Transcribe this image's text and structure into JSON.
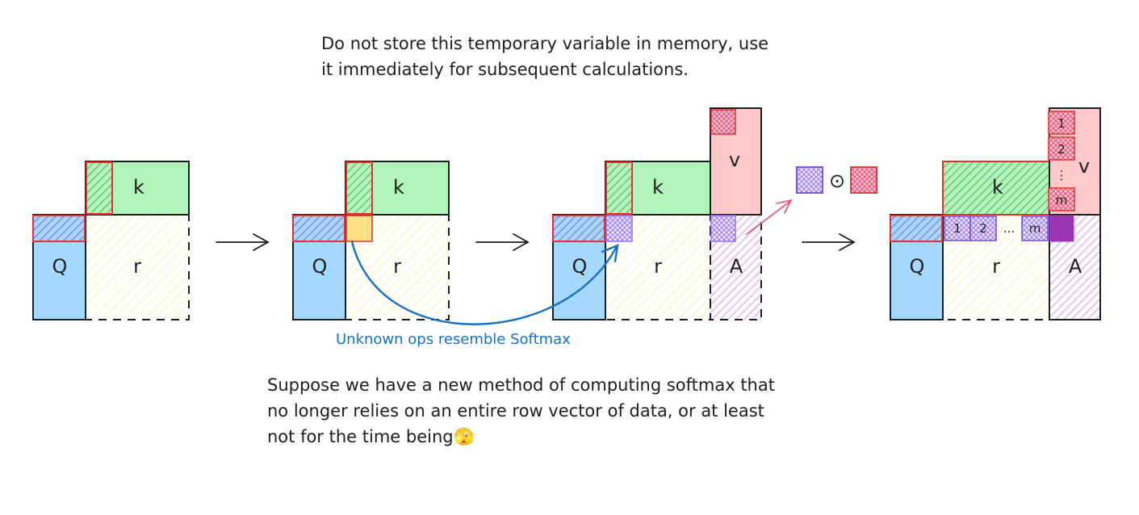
{
  "notes": {
    "top": "Do not store this temporary variable in memory, use it immediately for subsequent calculations.",
    "bottom": "Suppose we have a new method of computing softmax that no longer relies on an entire row vector of data, or at least not for the time being",
    "bottom_emoji": "🫣",
    "softmax": "Unknown ops resemble Softmax"
  },
  "labels": {
    "q": "Q",
    "k": "k",
    "r": "r",
    "v": "v",
    "a": "A",
    "one": "1",
    "two": "2",
    "ellipsis": "...",
    "vdots": "⋮",
    "m": "m",
    "odot": "⊙"
  },
  "colors": {
    "q_fill": "#a5d8ff",
    "k_fill": "#b2f2bb",
    "r_hatch": "#ffec99",
    "v_fill": "#ffc9c9",
    "a_hatch": "#da77f2",
    "purple_block": "#9775fa",
    "red_block": "#e64980",
    "border_red": "#e03131",
    "softmax_blue": "#1971c2",
    "solid_purple": "#9c36b5",
    "temp_yellow": "#ffe082"
  }
}
